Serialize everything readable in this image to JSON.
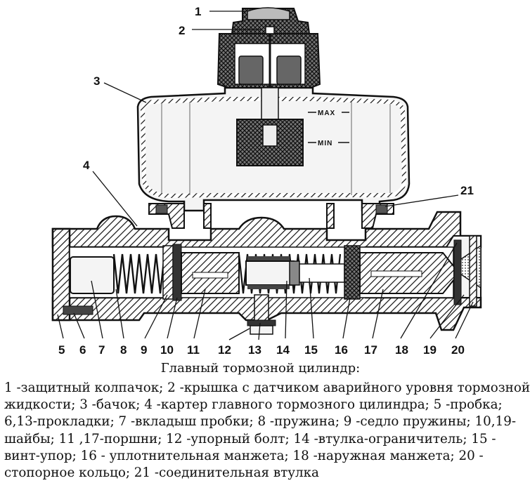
{
  "figure": {
    "markings": {
      "max": "MAX",
      "min": "MIN"
    },
    "callouts": [
      "1",
      "2",
      "3",
      "4",
      "21",
      "5",
      "6",
      "7",
      "8",
      "9",
      "10",
      "11",
      "12",
      "13",
      "14",
      "15",
      "16",
      "17",
      "18",
      "19",
      "20"
    ]
  },
  "caption": "Главный тормозной цилиндр:",
  "legend_lines": [
    "1 -защитный колпачок; 2 -крышка с датчиком аварийного уровня тормозной",
    "жидкости; 3 -бачок; 4 -картер главного тормозного цилиндра; 5 -пробка;",
    "6,13-прокладки; 7 -вкладыш пробки; 8 -пружина; 9 -седло пружины; 10,19-",
    "шайбы; 11 ,17-поршни; 12 -упорный болт; 14 -втулка-ограничитель; 15 -",
    "винт-упор; 16 - уплотнительная манжета;    18 -наружная манжета; 20 -",
    "стопорное кольцо; 21 -соединительная втулка"
  ]
}
